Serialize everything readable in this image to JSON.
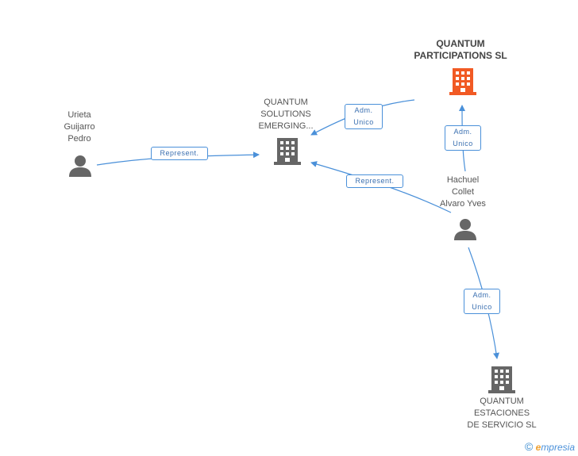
{
  "colors": {
    "accent_company": "#f15a24",
    "company": "#666666",
    "person": "#666666",
    "edge": "#4a90d9"
  },
  "nodes": {
    "quantum_participations": {
      "lines": [
        "QUANTUM",
        "PARTICIPATIONS SL"
      ],
      "icon": "building-icon"
    },
    "quantum_solutions": {
      "lines": [
        "QUANTUM",
        "SOLUTIONS",
        "EMERGING..."
      ],
      "icon": "building-icon"
    },
    "quantum_estaciones": {
      "lines": [
        "QUANTUM",
        "ESTACIONES",
        "DE SERVICIO SL"
      ],
      "icon": "building-icon"
    },
    "urieta": {
      "lines": [
        "Urieta",
        "Guijarro",
        "Pedro"
      ],
      "icon": "person-icon"
    },
    "hachuel": {
      "lines": [
        "Hachuel",
        "Collet",
        "Alvaro Yves"
      ],
      "icon": "person-icon"
    }
  },
  "edges": {
    "urieta_to_solutions": {
      "lines": [
        "Represent."
      ]
    },
    "participations_to_solutions": {
      "lines": [
        "Adm.",
        "Unico"
      ]
    },
    "hachuel_to_participations": {
      "lines": [
        "Adm.",
        "Unico"
      ]
    },
    "hachuel_to_solutions": {
      "lines": [
        "Represent."
      ]
    },
    "hachuel_to_estaciones": {
      "lines": [
        "Adm.",
        "Unico"
      ]
    }
  },
  "brand": {
    "copyright": "©",
    "name_first": "e",
    "name_rest": "mpresia"
  }
}
